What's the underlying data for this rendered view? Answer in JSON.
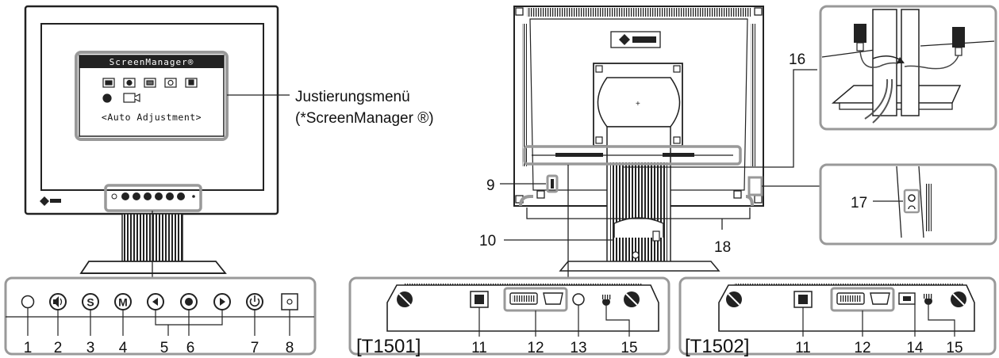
{
  "front": {
    "osd_title": "ScreenManager®",
    "osd_item": "<Auto Adjustment>",
    "menu_label": "Justierungsmenü",
    "menu_sub": "(*ScreenManager ®)"
  },
  "buttons": {
    "numbers": [
      "1",
      "2",
      "3",
      "4",
      "5",
      "6",
      "7",
      "8"
    ]
  },
  "back": {
    "callouts": {
      "n9": "9",
      "n10": "10",
      "n16": "16",
      "n17": "17",
      "n18": "18"
    }
  },
  "models": {
    "left": {
      "name": "[T1501]",
      "labels": [
        "11",
        "12",
        "13",
        "15"
      ]
    },
    "right": {
      "name": "[T1502]",
      "labels": [
        "11",
        "12",
        "14",
        "15"
      ]
    }
  }
}
